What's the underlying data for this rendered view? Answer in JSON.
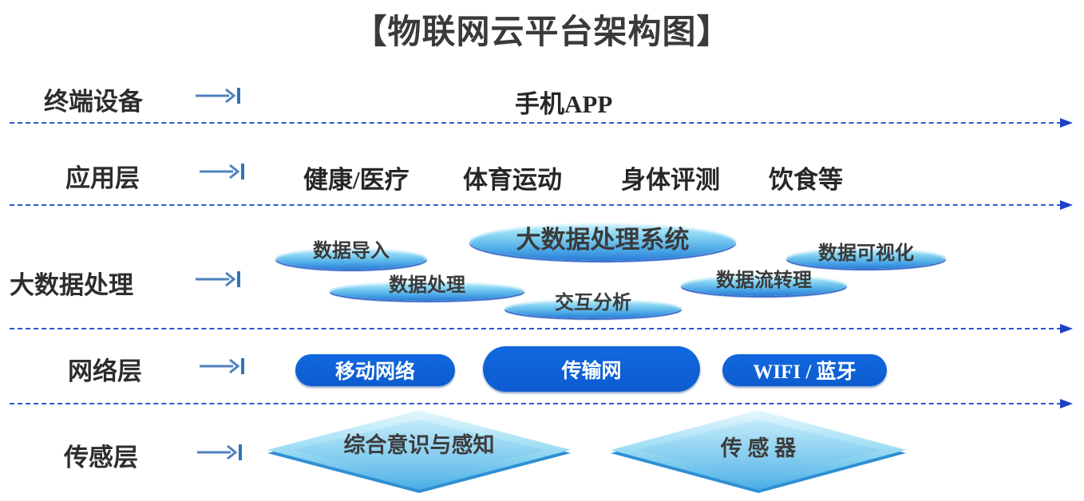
{
  "title": "【物联网云平台架构图】",
  "layers": {
    "device": {
      "label": "终端设备",
      "item": "手机APP"
    },
    "app": {
      "label": "应用层",
      "items": [
        "健康/医疗",
        "体育运动",
        "身体评测",
        "饮食等"
      ]
    },
    "bigdata": {
      "label": "大数据处理",
      "ellipses": [
        "数据导入",
        "大数据处理系统",
        "数据可视化",
        "数据处理",
        "交互分析",
        "数据流转理"
      ]
    },
    "network": {
      "label": "网络层",
      "pills": [
        "移动网络",
        "传输网",
        "WIFI / 蓝牙"
      ]
    },
    "sensor": {
      "label": "传感层",
      "diamonds": [
        "综合意识与感知",
        "传 感 器"
      ]
    }
  },
  "icons": {
    "row_arrow": "arrow-right-with-bar"
  },
  "colors": {
    "pill_blue": "#0d5ed2",
    "line_blue": "#2d58d2",
    "arrowhead_blue": "#1c40c6",
    "steel_arrow_blue": "#4f81bd",
    "ellipse_top": "#d4f2fc",
    "ellipse_bottom": "#2a7ad6",
    "diamond_light": "#e8f8fe",
    "diamond_deep": "#49ace6",
    "text_dark": "#3a3a3a"
  }
}
